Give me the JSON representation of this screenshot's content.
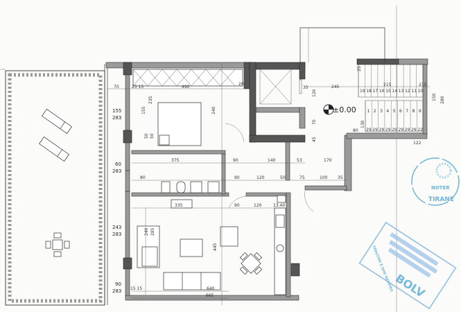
{
  "level_mark": "±0.00",
  "terrace": {
    "dims": [
      "155",
      "283",
      "60",
      "283",
      "243",
      "283",
      "90",
      "283"
    ]
  },
  "dims": {
    "top_70": "70",
    "top_2515": "25 15",
    "top_490": "490",
    "top_20": "20",
    "bed_155": "155",
    "bed_235": "235",
    "bed_240": "240",
    "bed_50a": "50",
    "bed_50b": "50",
    "mid_375": "375",
    "mid_90": "90",
    "mid_140": "140",
    "mid_53": "53",
    "mid_170": "170",
    "mid_80": "80",
    "mid_120": "120",
    "mid_50": "50",
    "mid_75": "75",
    "mid_100": "100",
    "mid_35": "35",
    "liv_335": "335",
    "liv_90": "90",
    "liv_120": "120",
    "liv_1340": "13.40",
    "liv_240": "240",
    "liv_285": "285",
    "liv_445": "445",
    "liv_640": "640",
    "liv_665": "665",
    "liv_1515": "15 15",
    "shaft_35": "35",
    "shaft_120": "120",
    "shaft_70": "70",
    "shaft_45": "45",
    "st_245": "245",
    "st_215": "215",
    "st_215b": "215",
    "st_130": "130",
    "st_80": "80",
    "st_25": "25",
    "st_122": "122",
    "st_280": "280",
    "st_150": "150"
  },
  "stairs": {
    "upper_steps": [
      "19",
      "18",
      "17",
      "16",
      "15",
      "14",
      "13",
      "12",
      "11",
      "10"
    ],
    "lower_steps": [
      "1",
      "2",
      "3",
      "4",
      "5",
      "6",
      "7",
      "8",
      "9"
    ],
    "treads": [
      "29",
      "29",
      "29",
      "29",
      "29",
      "29",
      "29",
      "29",
      "22"
    ]
  },
  "stamps": {
    "notary_top": "NOTER",
    "notary_bottom": "TIRANE",
    "company_name": "BOLV",
    "company_text": "TREGTIMI E DHE NEMPRO"
  },
  "colors": {
    "wall": "#555555",
    "stamp": "#4aa3d0"
  }
}
